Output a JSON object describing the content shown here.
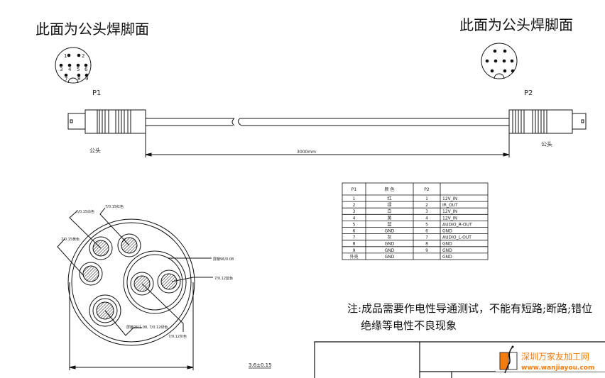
{
  "titles": {
    "left": "此面为公头焊脚面",
    "right": "此面为公头焊脚面"
  },
  "connectors": {
    "p1_label": "P1",
    "p2_label": "P2",
    "left_type": "公头",
    "right_type": "公头",
    "pins": [
      "1",
      "2",
      "3",
      "4",
      "5",
      "6",
      "7",
      "8",
      "9"
    ]
  },
  "cable": {
    "length": "3000mm"
  },
  "cross_section": {
    "labels": [
      "7/0.15白色",
      "7/0.15红色",
      "7/0.15黄色",
      "屏蔽96/0.08",
      "7/0.12蓝色",
      "7/0.12灰色",
      "屏蔽25/1.08, 7/0.12绿色"
    ],
    "diameter": "3.6±0.15"
  },
  "table": {
    "headers": [
      "P1",
      "颜 色",
      "P2",
      ""
    ],
    "rows": [
      [
        "1",
        "红",
        "1",
        "12V_IN"
      ],
      [
        "2",
        "绿",
        "2",
        "IR_OUT"
      ],
      [
        "3",
        "白",
        "3",
        "12V_IN"
      ],
      [
        "4",
        "黄",
        "4",
        "12V_IN"
      ],
      [
        "5",
        "蓝",
        "5",
        "AUDIO_R-OUT"
      ],
      [
        "6",
        "GND",
        "6",
        "GND"
      ],
      [
        "7",
        "灰",
        "7",
        "AUDIO_L-OUT"
      ],
      [
        "8",
        "GND",
        "8",
        "GND"
      ],
      [
        "9",
        "GND",
        "9",
        "GND"
      ],
      [
        "外壳",
        "GND",
        "",
        "GND"
      ]
    ]
  },
  "note": {
    "line1": "注:成品需要作电性导通测试，不能有短路;断路;错位",
    "line2": "绝缘等电性不良现象"
  },
  "logo": {
    "name": "深圳万家友加工网",
    "url": "www.wanjiayou.com",
    "color": "#f47c0c"
  }
}
